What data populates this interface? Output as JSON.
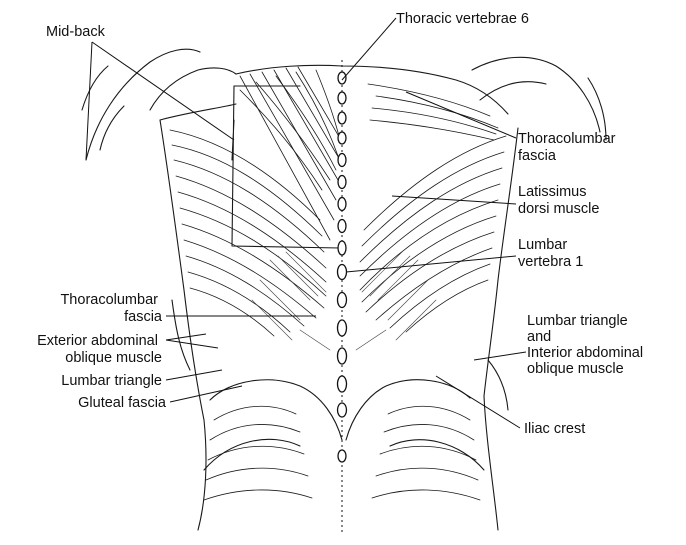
{
  "figure": {
    "labels": {
      "mid_back": "Mid-back",
      "thoracic_vertebrae_6": "Thoracic vertebrae 6",
      "thoracolumbar_fascia_right": [
        "Thoracolumbar",
        "fascia"
      ],
      "latissimus_dorsi": [
        "Latissimus",
        "dorsi muscle"
      ],
      "lumbar_vertebra_1": [
        "Lumbar",
        "vertebra 1"
      ],
      "thoracolumbar_fascia_left": [
        "Thoracolumbar",
        "fascia"
      ],
      "exterior_abdominal_oblique": [
        "Exterior abdominal",
        "oblique muscle"
      ],
      "lumbar_triangle_left": "Lumbar triangle",
      "gluteal_fascia": "Gluteal fascia",
      "lumbar_triangle_interior_oblique": [
        "Lumbar triangle",
        "and",
        "Interior abdominal",
        "oblique muscle"
      ],
      "iliac_crest": "Iliac crest"
    }
  }
}
